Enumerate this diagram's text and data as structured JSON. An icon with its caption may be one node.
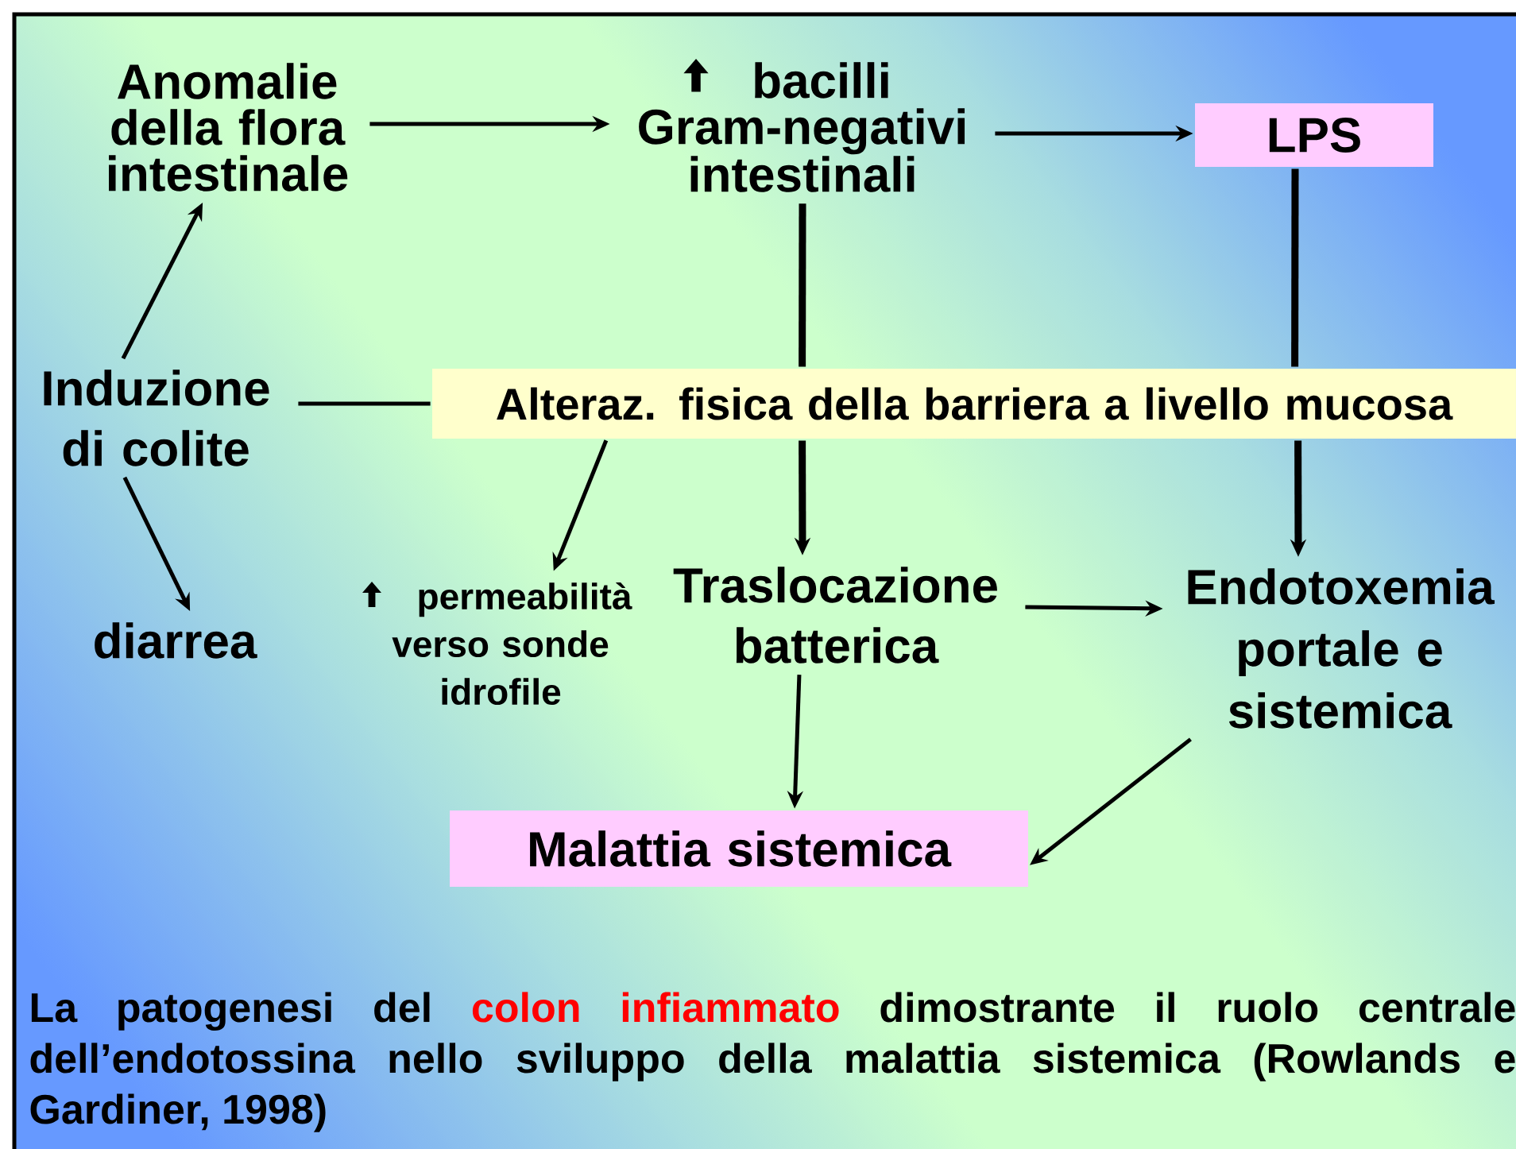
{
  "diagram": {
    "caption": "La patogenesi del *colon infiammato* dimostrante il ruolo centrale dell’endotossina nello sviluppo della malattia sistemica (Rowlands e Gardiner, 1998)",
    "nodes": [
      {
        "text": [
          "Anomalie della flora intestinale"
        ]
      },
      {
        "text": [
          "bacilli Gram-negativi intestinali"
        ]
      },
      {
        "text": [
          "LPS"
        ]
      },
      {
        "text": [
          "Induzione di colite"
        ]
      },
      {
        "text": [
          "Alteraz. fisica della barriera a livello mucosa"
        ]
      },
      {
        "text": [
          "diarrea"
        ]
      },
      {
        "text": [
          "permeabilità verso sonde idrofile"
        ]
      },
      {
        "text": [
          "Traslocazione batterica"
        ]
      },
      {
        "text": [
          "Endotoxemia portale e sistemica"
        ]
      },
      {
        "text": [
          "Malattia sistemica"
        ]
      }
    ],
    "edges": [
      {
        "from": 0,
        "to": 1,
        "arrow": "to"
      },
      {
        "from": 1,
        "to": 2,
        "arrow": "to"
      },
      {
        "from": 3,
        "to": 0,
        "arrow": "to"
      },
      {
        "from": 3,
        "to": 5,
        "arrow": "to"
      },
      {
        "from": 3,
        "to": 4,
        "arrow": "none"
      },
      {
        "from": 1,
        "to": 4,
        "arrow": "none",
        "style": "thick"
      },
      {
        "from": 2,
        "to": 4,
        "arrow": "none",
        "style": "thick"
      },
      {
        "from": 4,
        "to": 6,
        "arrow": "to"
      },
      {
        "from": 4,
        "to": 7,
        "arrow": "to",
        "style": "thick"
      },
      {
        "from": 4,
        "to": 8,
        "arrow": "to",
        "style": "thick"
      },
      {
        "from": 7,
        "to": 8,
        "arrow": "to"
      },
      {
        "from": 7,
        "to": 9,
        "arrow": "to"
      },
      {
        "from": 8,
        "to": 9,
        "arrow": "to"
      }
    ]
  }
}
